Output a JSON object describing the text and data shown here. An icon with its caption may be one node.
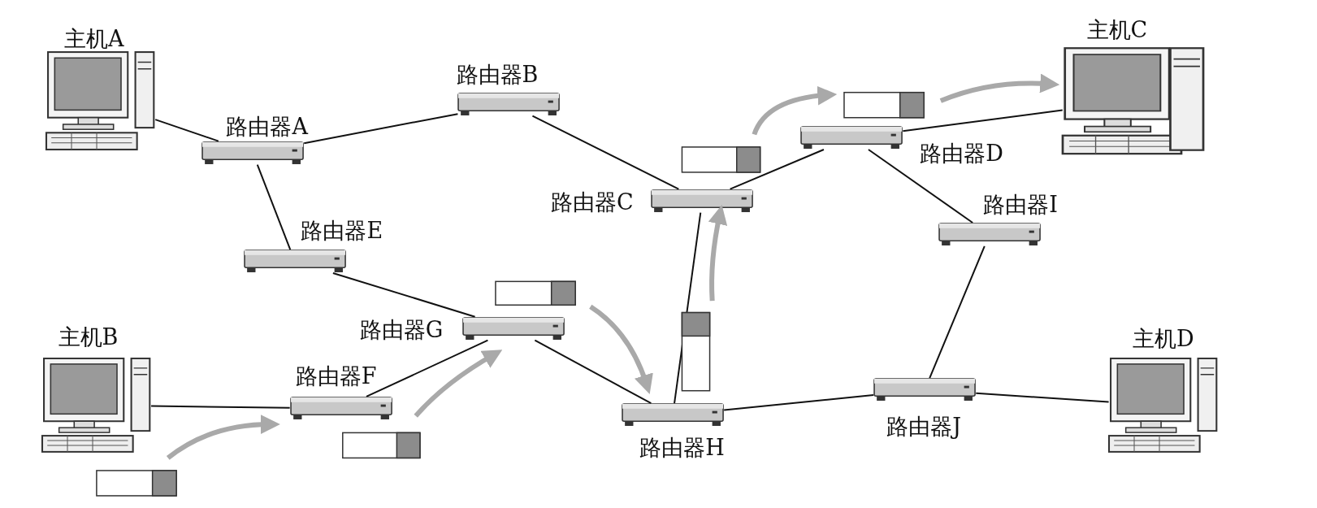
{
  "diagram": {
    "nodes": [
      {
        "text": [
          "主机A"
        ]
      },
      {
        "text": [
          "路由器A"
        ]
      },
      {
        "text": [
          "路由器B"
        ]
      },
      {
        "text": [
          "主机C"
        ]
      },
      {
        "text": [
          "路由器D"
        ]
      },
      {
        "text": [
          "路由器C"
        ]
      },
      {
        "text": [
          "路由器I"
        ]
      },
      {
        "text": [
          "路由器E"
        ]
      },
      {
        "text": [
          "主机B"
        ]
      },
      {
        "text": [
          "路由器G"
        ]
      },
      {
        "text": [
          "路由器F"
        ]
      },
      {
        "text": [
          "主机D"
        ]
      },
      {
        "text": [
          "路由器J"
        ]
      },
      {
        "text": [
          "路由器H"
        ]
      }
    ],
    "edges": [
      {
        "from": 0,
        "to": 1,
        "arrow": "none"
      },
      {
        "from": 1,
        "to": 2,
        "arrow": "none"
      },
      {
        "from": 2,
        "to": 5,
        "arrow": "none"
      },
      {
        "from": 5,
        "to": 4,
        "arrow": "none"
      },
      {
        "from": 4,
        "to": 3,
        "arrow": "none"
      },
      {
        "from": 4,
        "to": 6,
        "arrow": "none"
      },
      {
        "from": 1,
        "to": 7,
        "arrow": "none"
      },
      {
        "from": 7,
        "to": 9,
        "arrow": "none"
      },
      {
        "from": 8,
        "to": 10,
        "arrow": "none"
      },
      {
        "from": 10,
        "to": 9,
        "arrow": "none"
      },
      {
        "from": 9,
        "to": 13,
        "arrow": "none"
      },
      {
        "from": 13,
        "to": 5,
        "arrow": "none"
      },
      {
        "from": 13,
        "to": 12,
        "arrow": "none"
      },
      {
        "from": 12,
        "to": 11,
        "arrow": "none"
      },
      {
        "from": 12,
        "to": 6,
        "arrow": "none"
      }
    ]
  }
}
